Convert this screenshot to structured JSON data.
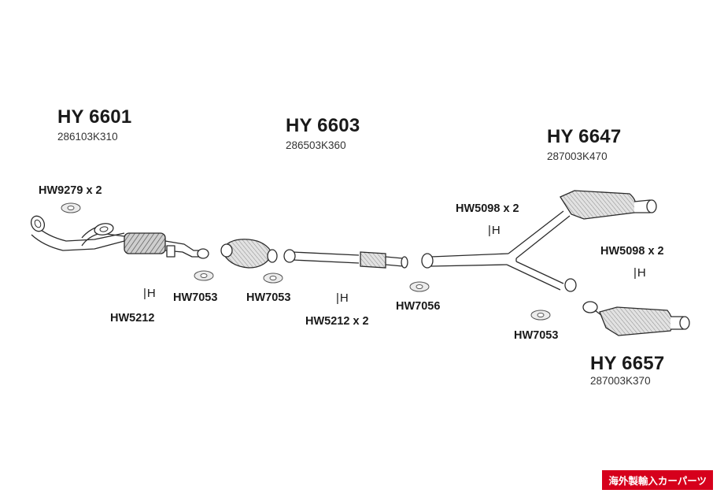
{
  "parts": [
    {
      "part_no": "HY 6601",
      "oem": "286103K310"
    },
    {
      "part_no": "HY 6603",
      "oem": "286503K360"
    },
    {
      "part_no": "HY 6647",
      "oem": "287003K470"
    },
    {
      "part_no": "HY 6657",
      "oem": "287003K370"
    }
  ],
  "hardware": {
    "hw9279": "HW9279 x 2",
    "hw5212_a": "HW5212",
    "hw7053_a": "HW7053",
    "hw7053_b": "HW7053",
    "hw5212_b": "HW5212 x 2",
    "hw7056": "HW7056",
    "hw5098_a": "HW5098 x 2",
    "hw5098_b": "HW5098 x 2",
    "hw7053_c": "HW7053"
  },
  "clamp_symbol": "|H",
  "badge": "海外製輸入カーパーツ",
  "colors": {
    "line": "#2b2b2b",
    "fill": "#d9d9d9",
    "badge_bg": "#d6001c"
  }
}
